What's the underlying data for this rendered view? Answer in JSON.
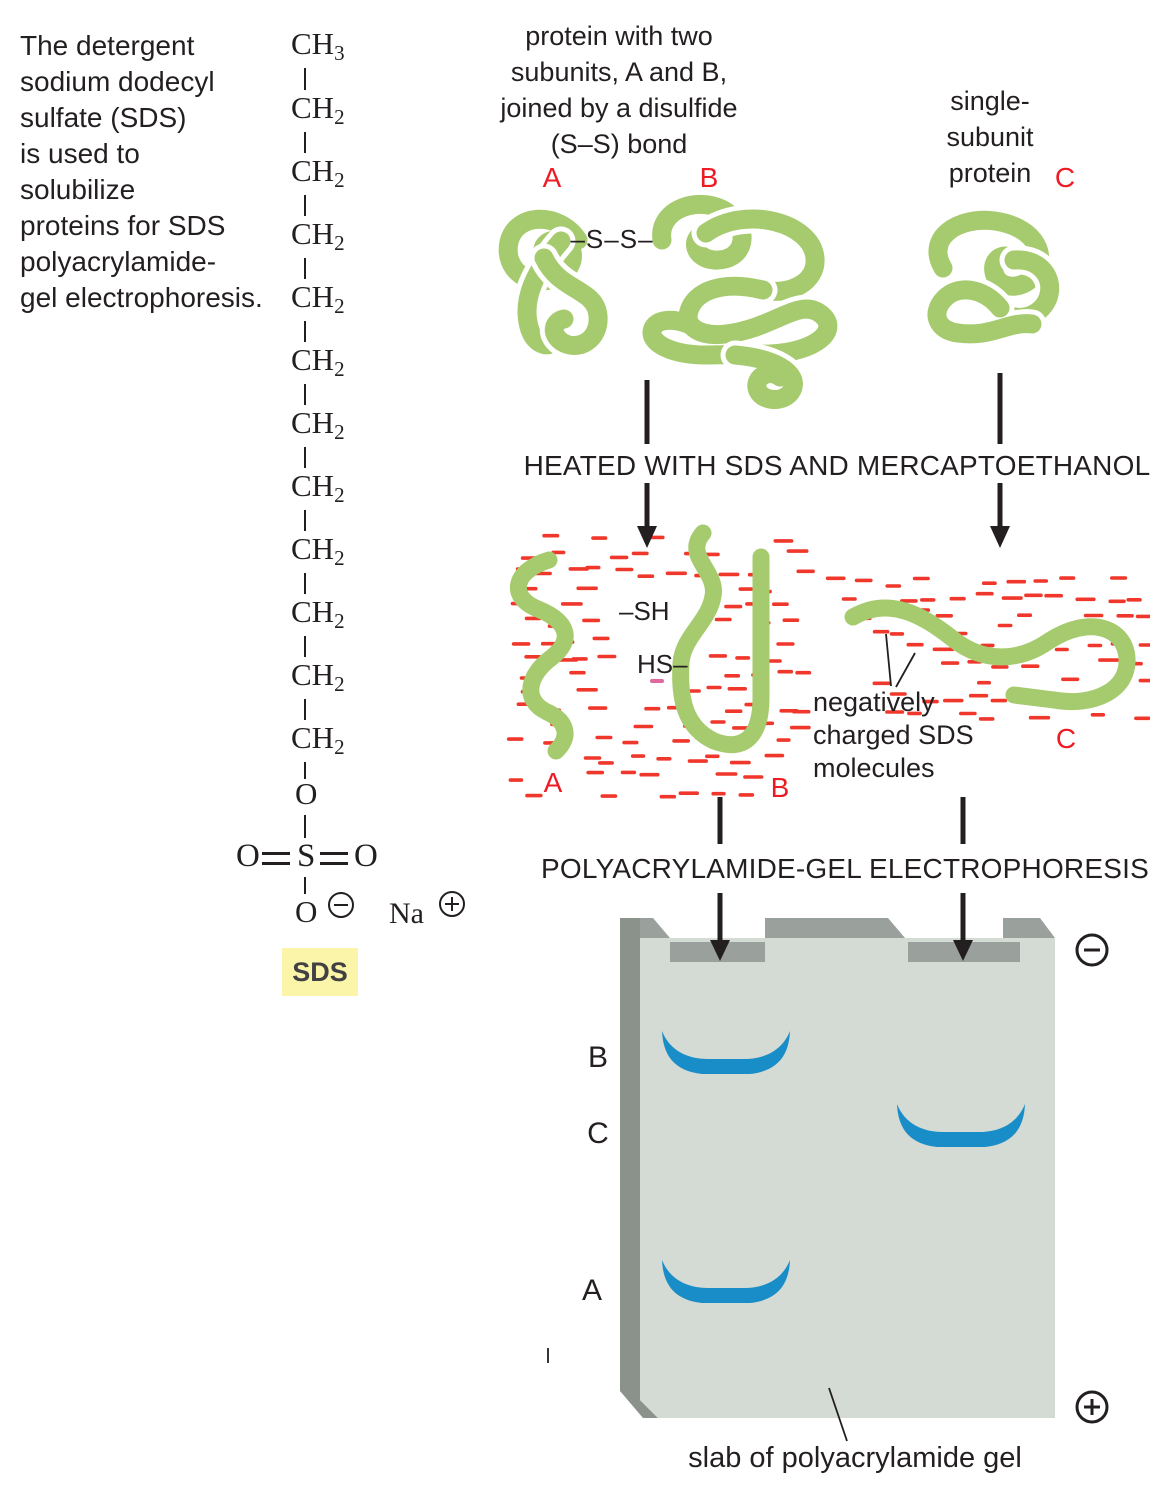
{
  "intro": {
    "text": "The detergent\nsodium dodecyl\nsulfate (SDS)\nis used to\nsolubilize\nproteins for SDS\npolyacrylamide-\ngel electrophoresis."
  },
  "sds": {
    "chain": [
      {
        "base": "CH",
        "sub": "3"
      },
      {
        "base": "CH",
        "sub": "2"
      },
      {
        "base": "CH",
        "sub": "2"
      },
      {
        "base": "CH",
        "sub": "2"
      },
      {
        "base": "CH",
        "sub": "2"
      },
      {
        "base": "CH",
        "sub": "2"
      },
      {
        "base": "CH",
        "sub": "2"
      },
      {
        "base": "CH",
        "sub": "2"
      },
      {
        "base": "CH",
        "sub": "2"
      },
      {
        "base": "CH",
        "sub": "2"
      },
      {
        "base": "CH",
        "sub": "2"
      },
      {
        "base": "CH",
        "sub": "2"
      }
    ],
    "ester_oxygen": "O",
    "sulfur_row": {
      "left_o": "O",
      "s": "S",
      "right_o": "O"
    },
    "o_minus": "O",
    "minus_symbol": "−",
    "sodium": "Na",
    "plus_symbol": "+",
    "label": "SDS"
  },
  "stage1": {
    "caption_ab": "protein with two\nsubunits, A and B,\njoined by a disulfide\n(S–S) bond",
    "caption_c": "single-subunit\nprotein",
    "label_a": "A",
    "label_b": "B",
    "label_c": "C",
    "disulfide": "–S–S–"
  },
  "step1": {
    "label": "HEATED WITH SDS AND MERCAPTOETHANOL"
  },
  "stage2": {
    "sh_top": "–SH",
    "sh_bottom": "HS–",
    "label_a": "A",
    "label_b": "B",
    "label_c": "C",
    "sds_note": "negatively\ncharged SDS\nmolecules"
  },
  "step2": {
    "label": "POLYACRYLAMIDE-GEL ELECTROPHORESIS"
  },
  "gel": {
    "lane_labels": [
      "B",
      "C",
      "A"
    ],
    "electrode_top": "−",
    "electrode_bottom": "+",
    "caption": "slab of polyacrylamide gel"
  },
  "colors": {
    "protein_green": "#a6cb6e",
    "label_red": "#ed1c24",
    "sds_dash_red": "#f0372c",
    "band_blue": "#198dc8",
    "gel_light": "#d4dad4",
    "gel_mid": "#9aa19c",
    "gel_dark": "#8b928c",
    "highlight_yellow": "#fbf5a9",
    "text_ink": "#231f20"
  }
}
